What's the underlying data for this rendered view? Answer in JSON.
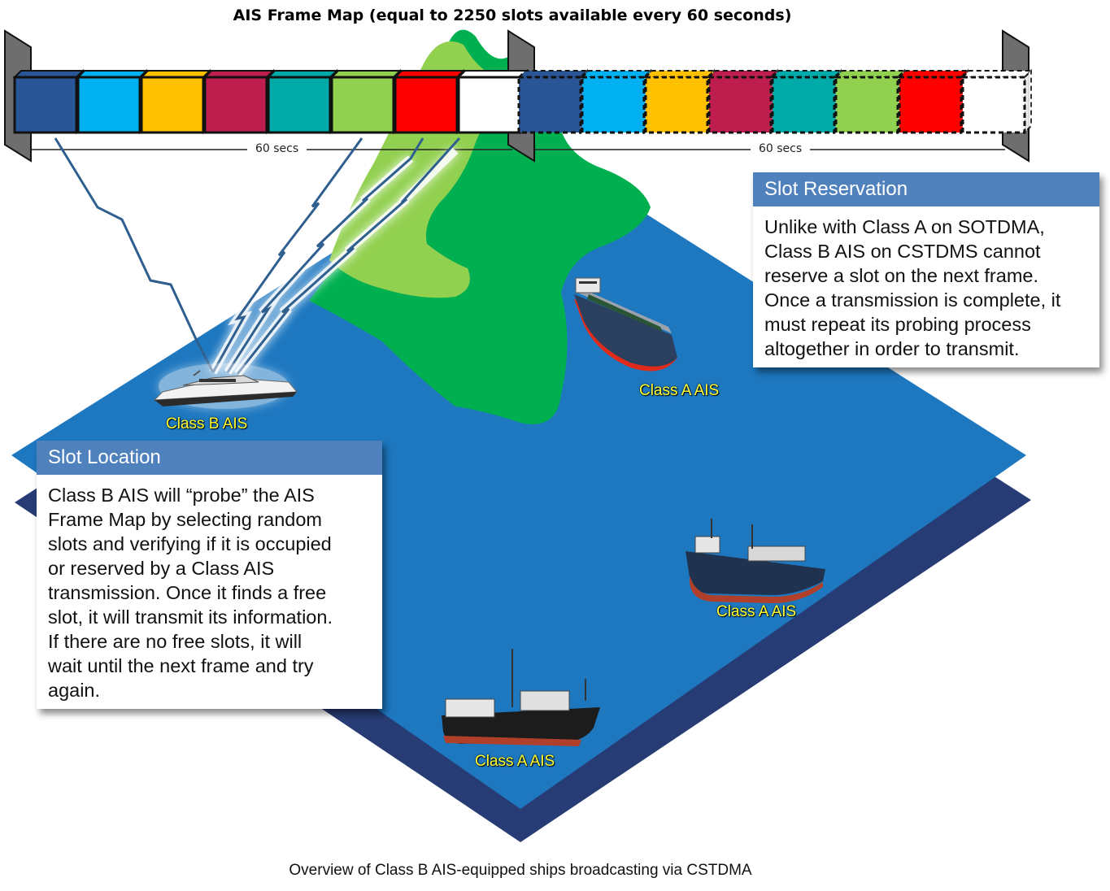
{
  "diagram": {
    "title": "AIS Frame Map (equal to 2250 slots available every 60 seconds)",
    "frame1_label": "60 secs",
    "frame2_label": "60 secs",
    "caption": "Overview of Class B AIS-equipped ships broadcasting via CSTDMA"
  },
  "slots": {
    "colors": [
      "#2a5597",
      "#00b0f0",
      "#ffc000",
      "#be1e4d",
      "#00aaa8",
      "#92d050",
      "#ff0000",
      "#ffffff"
    ]
  },
  "colors": {
    "sea": "#1e78c0",
    "sea_shadow": "#273b75",
    "land_dark": "#00b050",
    "land_light": "#92d050",
    "panel_header": "#4f81bd",
    "label_text": "#ffff33"
  },
  "ships": [
    {
      "label": "Class B AIS",
      "type": "yacht"
    },
    {
      "label": "Class A AIS",
      "type": "bulk-carrier"
    },
    {
      "label": "Class A AIS",
      "type": "cargo-ship"
    },
    {
      "label": "Class A AIS",
      "type": "cargo-ship"
    }
  ],
  "slot_reservation": {
    "title": "Slot Reservation",
    "lines": [
      "Unlike with Class A on SOTDMA,",
      "Class B AIS on CSTDMS cannot",
      "reserve a slot on the next frame.",
      "Once a transmission is complete, it",
      "must repeat its probing process",
      "altogether in order to transmit."
    ]
  },
  "slot_location": {
    "title": "Slot Location",
    "lines": [
      "Class B AIS will “probe” the AIS",
      "Frame Map by selecting random",
      "slots and verifying if it is occupied",
      "or reserved by a Class AIS",
      "transmission. Once it finds a free",
      "slot, it will transmit its information.",
      "If there are no free slots, it will",
      "wait until the next frame and try",
      "again."
    ]
  }
}
